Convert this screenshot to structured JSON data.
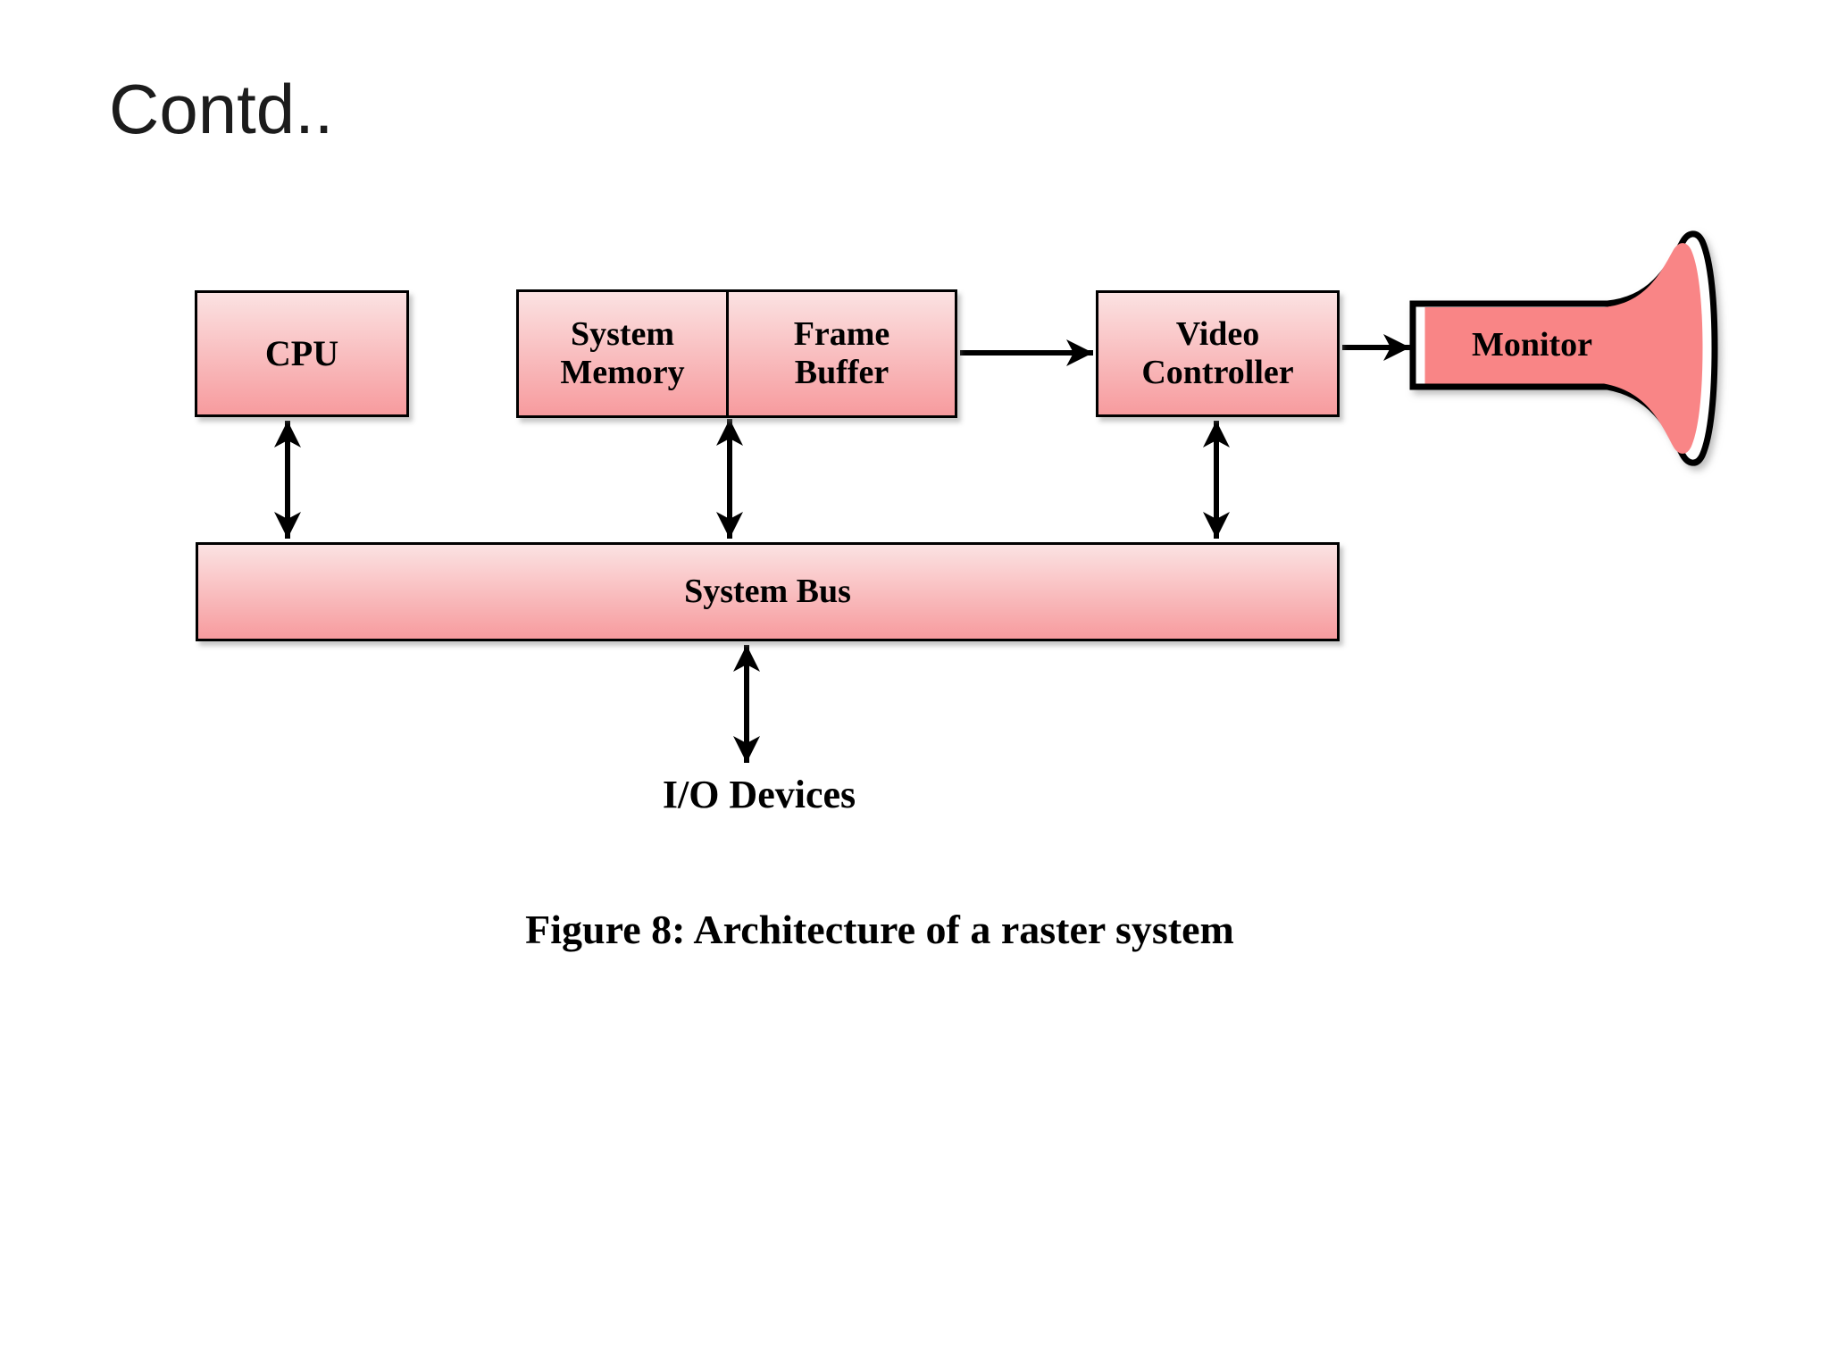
{
  "slide": {
    "title": "Contd.."
  },
  "diagram": {
    "boxes": {
      "cpu": {
        "label": "CPU"
      },
      "system_memory": {
        "label": "System Memory"
      },
      "frame_buffer": {
        "label": "Frame Buffer"
      },
      "video_controller": {
        "label": "Video Controller"
      },
      "system_bus": {
        "label": "System Bus"
      },
      "monitor": {
        "label": "Monitor"
      },
      "io_devices": {
        "label": "I/O Devices"
      }
    },
    "connections": [
      {
        "from": "cpu",
        "to": "system-bus",
        "type": "bidirectional"
      },
      {
        "from": "system-memory-frame-buffer",
        "to": "system-bus",
        "type": "bidirectional"
      },
      {
        "from": "video-controller",
        "to": "system-bus",
        "type": "bidirectional"
      },
      {
        "from": "system-bus",
        "to": "io-devices",
        "type": "bidirectional"
      },
      {
        "from": "frame-buffer",
        "to": "video-controller",
        "type": "unidirectional"
      },
      {
        "from": "video-controller",
        "to": "monitor",
        "type": "unidirectional"
      }
    ],
    "colors": {
      "box_gradient_top": "#FBE2E2",
      "box_gradient_bottom": "#F79B9E",
      "monitor_fill": "#F98586",
      "outline": "#000000",
      "arrow": "#000000"
    }
  },
  "caption": "Figure 8: Architecture of a raster system"
}
